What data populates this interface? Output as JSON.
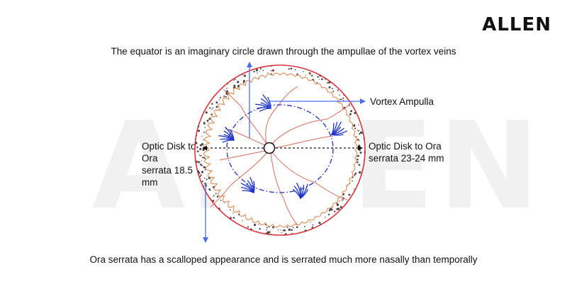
{
  "logo": "ALLEN",
  "watermark": "ALLEN",
  "captions": {
    "top": "The equator is an imaginary circle drawn through the ampullae of the vortex veins",
    "bottom": "Ora serrata has a scalloped appearance and is serrated much more nasally than temporally"
  },
  "labels": {
    "vortex_ampulla": "Vortex Ampulla",
    "left_line1": "Optic Disk to Ora",
    "left_line2": "serrata 18.5 mm",
    "right_line1": "Optic Disk to Ora",
    "right_line2": "serrata 23-24 mm"
  },
  "colors": {
    "outer_circle": "#d9323c",
    "ora_scallops": "#e08a55",
    "vessels": "#d9695a",
    "vortex_veins": "#1f33c9",
    "equator": "#2233bb",
    "pointer_arrows": "#4a6cf0"
  }
}
